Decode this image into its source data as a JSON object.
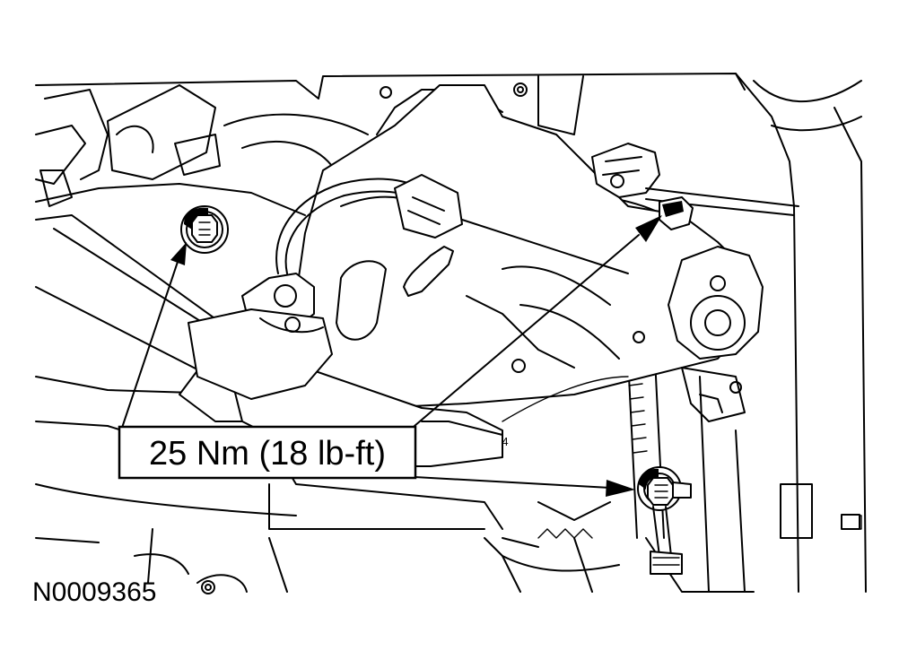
{
  "callout": {
    "torque_label": "25 Nm (18 lb-ft)"
  },
  "figure": {
    "id": "N0009365",
    "part_marker": "4"
  }
}
